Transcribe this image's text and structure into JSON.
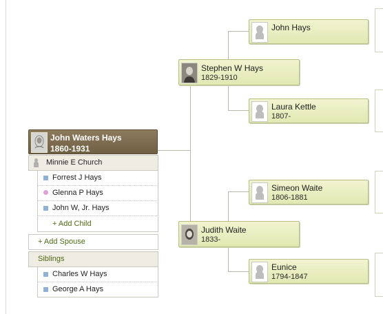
{
  "tree": {
    "father": {
      "name": "Stephen W Hays",
      "dates": "1829-1910"
    },
    "mother": {
      "name": "Judith Waite",
      "dates": "1833-"
    },
    "paternal_grandfather": {
      "name": "John Hays",
      "dates": ""
    },
    "paternal_grandmother": {
      "name": "Laura Kettle",
      "dates": "1807-"
    },
    "maternal_grandfather": {
      "name": "Simeon Waite",
      "dates": "1806-1881"
    },
    "maternal_grandmother": {
      "name": "Eunice",
      "dates": "1794-1847"
    }
  },
  "focus": {
    "name": "John Waters Hays",
    "dates": "1860-1931",
    "spouse": "Minnie E Church",
    "children": [
      {
        "name": "Forrest J Hays",
        "gender": "male"
      },
      {
        "name": "Glenna P Hays",
        "gender": "female"
      },
      {
        "name": "John W, Jr. Hays",
        "gender": "male"
      }
    ],
    "add_child_label": "+ Add Child",
    "add_spouse_label": "+ Add Spouse",
    "siblings_label": "Siblings",
    "siblings": [
      {
        "name": "Charles W Hays",
        "gender": "male"
      },
      {
        "name": "George A Hays",
        "gender": "male"
      }
    ]
  },
  "colors": {
    "card_fill": "#e8edbf",
    "card_border": "#b7be86",
    "focus_fill": "#7a6a4e",
    "male_marker": "#8eb2d6",
    "female_marker": "#e09fd8",
    "add_link": "#4e6a12"
  },
  "icons": {
    "placeholder_photo": "person-silhouette-icon",
    "male_marker": "blue-square-icon",
    "female_marker": "pink-dot-icon"
  }
}
